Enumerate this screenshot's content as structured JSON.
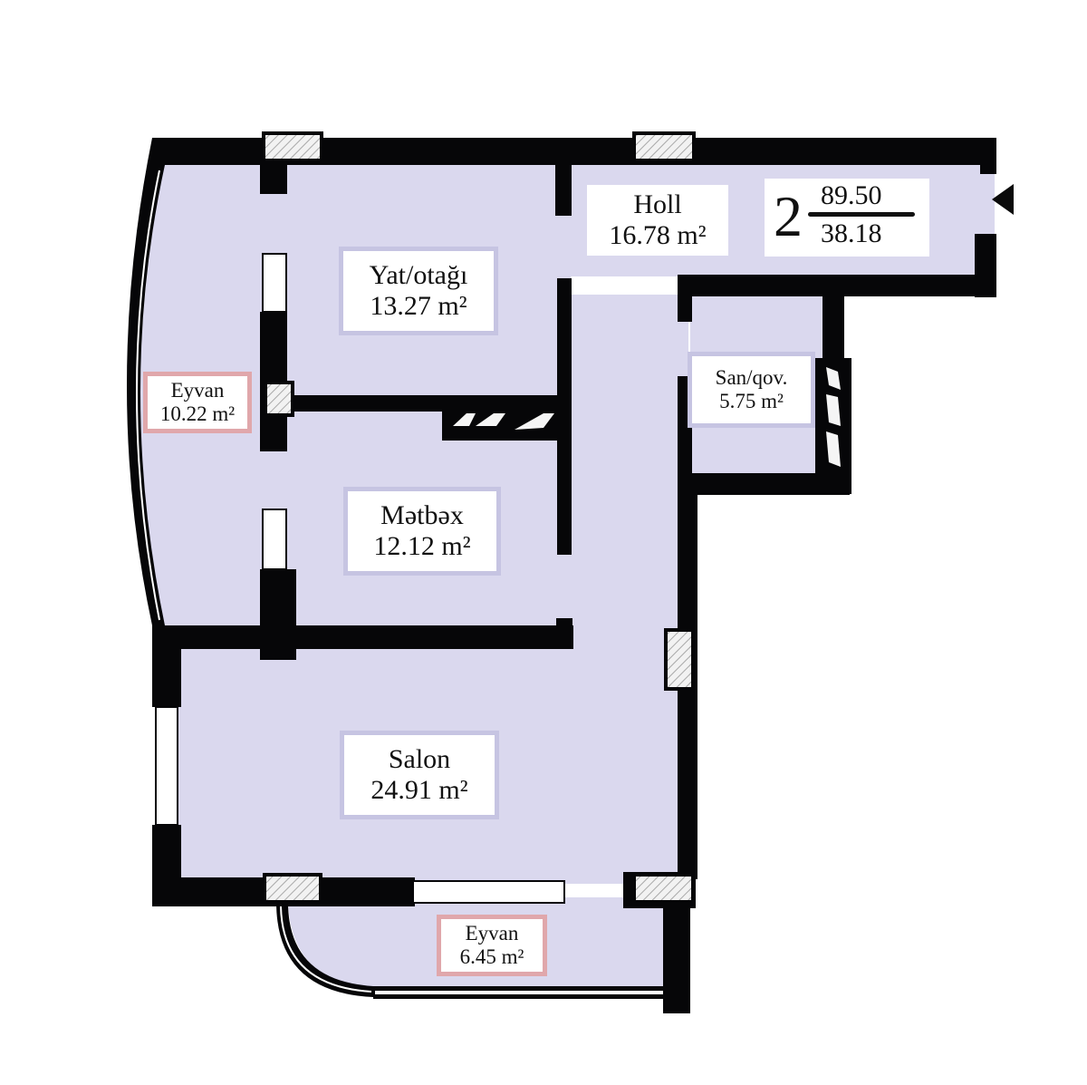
{
  "plan": {
    "colors": {
      "floor": "#dad8ee",
      "wall": "#060608",
      "interior_label_border": "#c6c4e2",
      "balcony_label_border": "#e0a7ab",
      "label_bg": "#ffffff",
      "column_hatch": "#d9d9d9"
    },
    "summary": {
      "rooms": "2",
      "total_area": "89.50",
      "living_area": "38.18"
    },
    "rooms": [
      {
        "id": "holl",
        "name": "Holl",
        "area": "16.78 m²",
        "type": "interior"
      },
      {
        "id": "yataq-otagi",
        "name": "Yat/otağı",
        "area": "13.27 m²",
        "type": "interior"
      },
      {
        "id": "eyvan-west",
        "name": "Eyvan",
        "area": "10.22 m²",
        "type": "balcony"
      },
      {
        "id": "metbex",
        "name": "Mətbəx",
        "area": "12.12 m²",
        "type": "interior"
      },
      {
        "id": "san-qov",
        "name": "San/qov.",
        "area": "5.75 m²",
        "type": "interior"
      },
      {
        "id": "salon",
        "name": "Salon",
        "area": "24.91 m²",
        "type": "interior"
      },
      {
        "id": "eyvan-south",
        "name": "Eyvan",
        "area": "6.45 m²",
        "type": "balcony"
      }
    ],
    "icons": {
      "entry": "entrance-arrow-icon"
    }
  }
}
